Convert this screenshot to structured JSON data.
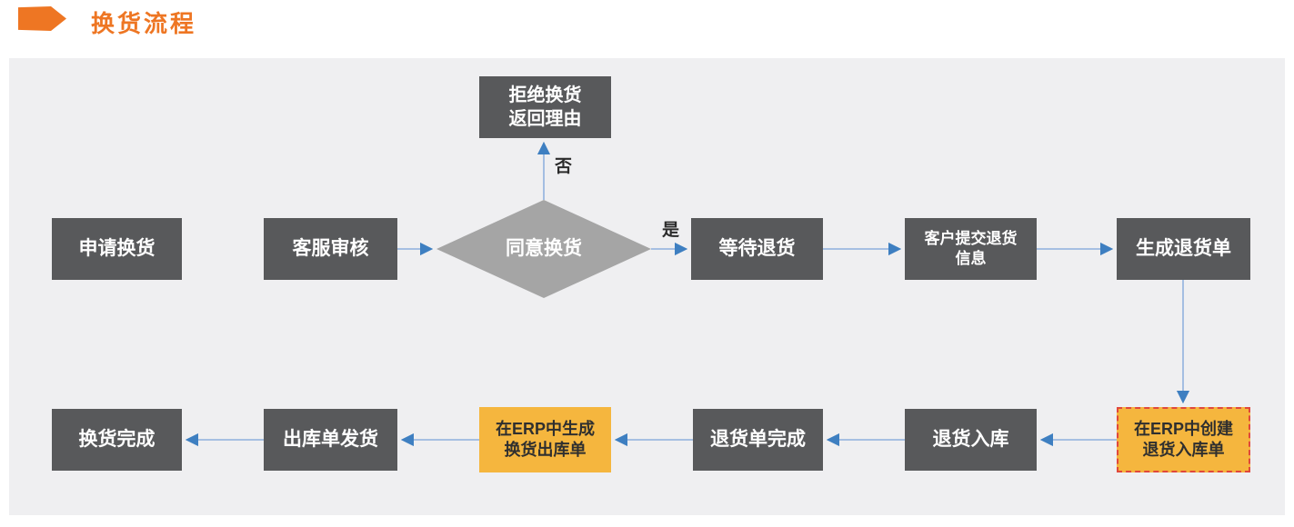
{
  "header": {
    "title": "换货流程"
  },
  "colors": {
    "title_orange": "#EE7623",
    "node_dark_gray": "#58595B",
    "node_text_white": "#FFFFFF",
    "diamond_gray": "#A5A5A5",
    "highlight_yellow": "#F5B63E",
    "highlight_dashed_border": "#E0483C",
    "highlight_text_dark": "#2F2F2F",
    "arrow_head_blue": "#3E7FC1",
    "arrow_line_blue": "#9CB8E0",
    "panel_background": "#EFEFF1"
  },
  "flowchart": {
    "nodes": [
      {
        "id": "apply-exchange",
        "type": "process",
        "label": "申请换货"
      },
      {
        "id": "service-review",
        "type": "process",
        "label": "客服审核"
      },
      {
        "id": "agree-exchange",
        "type": "decision",
        "label": "同意换货"
      },
      {
        "id": "reject-exchange",
        "type": "process",
        "label": "拒绝换货\n返回理由"
      },
      {
        "id": "wait-return",
        "type": "process",
        "label": "等待退货"
      },
      {
        "id": "customer-submit-info",
        "type": "process",
        "label": "客户提交退货\n信息"
      },
      {
        "id": "generate-return-order",
        "type": "process",
        "label": "生成退货单"
      },
      {
        "id": "erp-create-inbound",
        "type": "highlight-dashed",
        "label": "在ERP中创建\n退货入库单"
      },
      {
        "id": "return-inbound",
        "type": "process",
        "label": "退货入库"
      },
      {
        "id": "return-order-done",
        "type": "process",
        "label": "退货单完成"
      },
      {
        "id": "erp-create-outbound",
        "type": "highlight",
        "label": "在ERP中生成\n换货出库单"
      },
      {
        "id": "outbound-ship",
        "type": "process",
        "label": "出库单发货"
      },
      {
        "id": "exchange-done",
        "type": "process",
        "label": "换货完成"
      }
    ],
    "edge_labels": {
      "yes": "是",
      "no": "否"
    }
  }
}
